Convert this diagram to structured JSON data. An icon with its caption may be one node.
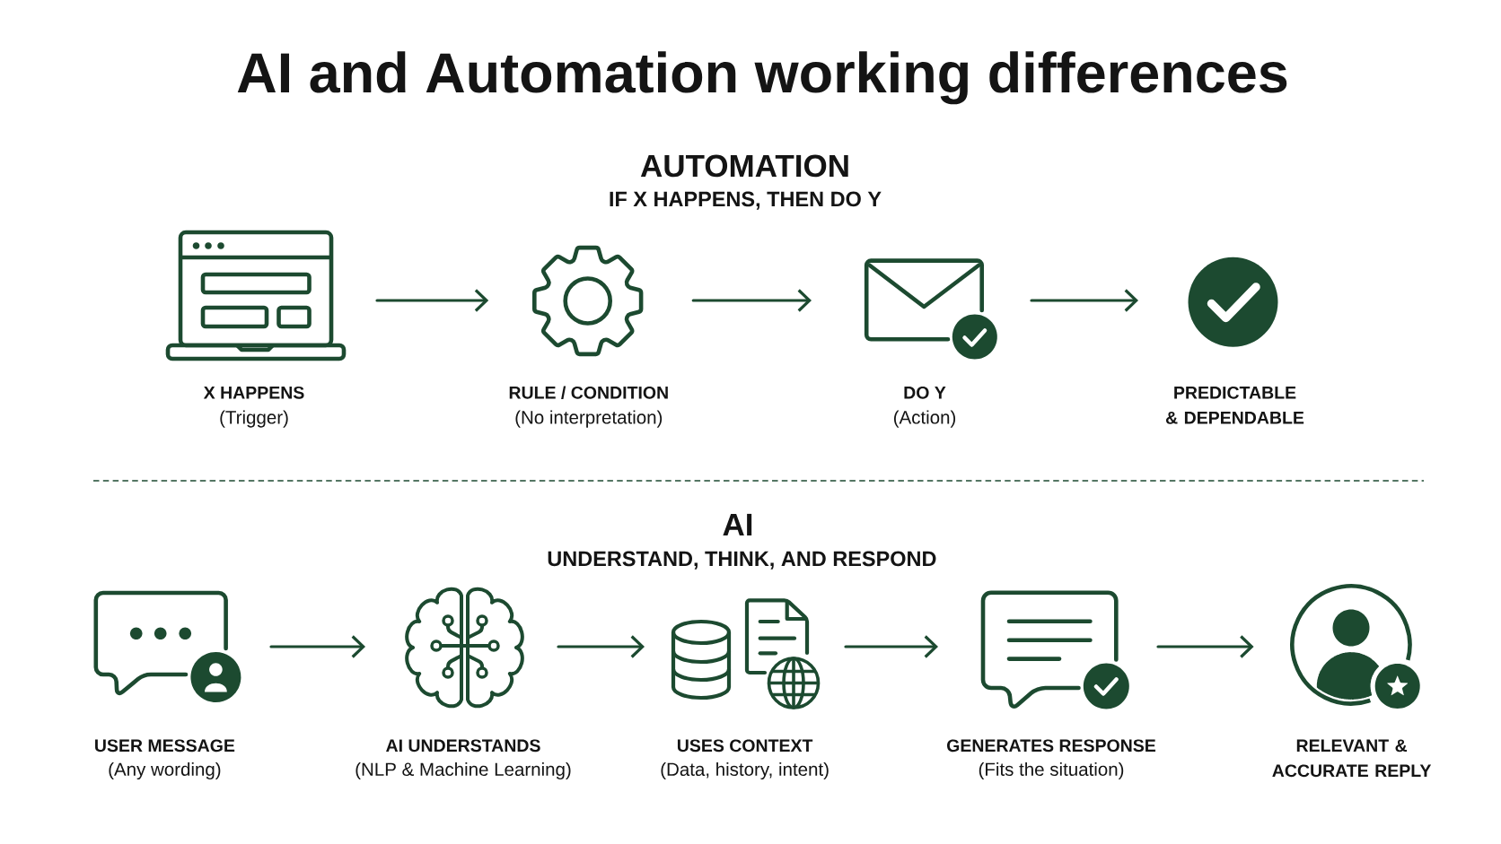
{
  "diagram": {
    "title": "AI and Automation working differences",
    "nodes": [
      {
        "text": [],
        "shape": "picture",
        "beside": [
          "X HAPPENS",
          "(Trigger)"
        ]
      },
      {
        "text": [],
        "shape": "picture",
        "beside": [
          "RULE / CONDITION",
          "(No interpretation)"
        ]
      },
      {
        "text": [],
        "shape": "picture",
        "beside": [
          "DO Y",
          "(Action)"
        ]
      },
      {
        "text": [],
        "shape": "picture",
        "beside": [
          "PREDICTABLE & DEPENDABLE"
        ]
      },
      {
        "text": [],
        "shape": "picture",
        "beside": [
          "USER MESSAGE",
          "(Any wording)"
        ]
      },
      {
        "text": [],
        "shape": "picture",
        "beside": [
          "AI UNDERSTANDS",
          "(NLP & Machine Learning)"
        ]
      },
      {
        "text": [],
        "shape": "picture",
        "beside": [
          "USES CONTEXT",
          "(Data, history, intent)"
        ]
      },
      {
        "text": [],
        "shape": "picture",
        "beside": [
          "GENERATES RESPONSE",
          "(Fits the situation)"
        ]
      },
      {
        "text": [],
        "shape": "picture",
        "beside": [
          "RELEVANT & ACCURATE REPLY"
        ]
      }
    ],
    "edges": [
      {
        "from": 0,
        "to": 1,
        "arrow": "to"
      },
      {
        "from": 1,
        "to": 2,
        "arrow": "to"
      },
      {
        "from": 2,
        "to": 3,
        "arrow": "to"
      },
      {
        "from": 4,
        "to": 5,
        "arrow": "to"
      },
      {
        "from": 5,
        "to": 6,
        "arrow": "to"
      },
      {
        "from": 6,
        "to": 7,
        "arrow": "to"
      },
      {
        "from": 7,
        "to": 8,
        "arrow": "to"
      }
    ],
    "labels": [
      "AUTOMATION",
      "IF X HAPPENS, THEN DO Y",
      "AI",
      "UNDERSTAND, THINK, AND RESPOND"
    ]
  }
}
